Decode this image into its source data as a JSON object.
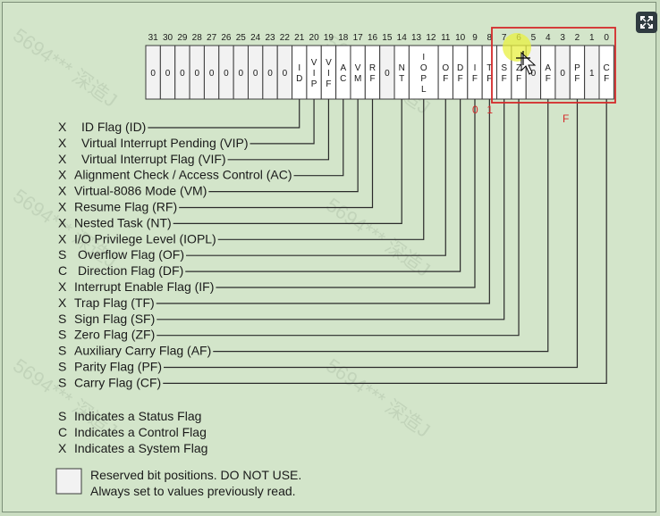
{
  "bit_numbers": [
    "31",
    "30",
    "29",
    "28",
    "27",
    "26",
    "25",
    "24",
    "23",
    "22",
    "21",
    "20",
    "19",
    "18",
    "17",
    "16",
    "15",
    "14",
    "13",
    "12",
    "11",
    "10",
    "9",
    "8",
    "7",
    "6",
    "5",
    "4",
    "3",
    "2",
    "1",
    "0"
  ],
  "reserved_high_value": "0",
  "register_cells": [
    {
      "bit": "21",
      "letters": [
        "I",
        "D"
      ]
    },
    {
      "bit": "20",
      "letters": [
        "V",
        "I",
        "P"
      ]
    },
    {
      "bit": "19",
      "letters": [
        "V",
        "I",
        "F"
      ]
    },
    {
      "bit": "18",
      "letters": [
        "A",
        "C"
      ]
    },
    {
      "bit": "17",
      "letters": [
        "V",
        "M"
      ]
    },
    {
      "bit": "16",
      "letters": [
        "R",
        "F"
      ]
    },
    {
      "bit": "15",
      "letters": [
        "0"
      ]
    },
    {
      "bit": "14",
      "letters": [
        "N",
        "T"
      ]
    },
    {
      "bit": "13-12",
      "letters": [
        "I",
        "O",
        "P",
        "L"
      ]
    },
    {
      "bit": "11",
      "letters": [
        "O",
        "F"
      ]
    },
    {
      "bit": "10",
      "letters": [
        "D",
        "F"
      ]
    },
    {
      "bit": "9",
      "letters": [
        "I",
        "F"
      ]
    },
    {
      "bit": "8",
      "letters": [
        "T",
        "F"
      ]
    },
    {
      "bit": "7",
      "letters": [
        "S",
        "F"
      ]
    },
    {
      "bit": "6",
      "letters": [
        "Z",
        "F"
      ]
    },
    {
      "bit": "5",
      "letters": [
        "0"
      ]
    },
    {
      "bit": "4",
      "letters": [
        "A",
        "F"
      ]
    },
    {
      "bit": "3",
      "letters": [
        "0"
      ]
    },
    {
      "bit": "2",
      "letters": [
        "P",
        "F"
      ]
    },
    {
      "bit": "1",
      "letters": [
        "1"
      ]
    },
    {
      "bit": "0",
      "letters": [
        "C",
        "F"
      ]
    }
  ],
  "flags": [
    {
      "type": "X",
      "label": "ID Flag (ID)"
    },
    {
      "type": "X",
      "label": "Virtual Interrupt Pending (VIP)"
    },
    {
      "type": "X",
      "label": "Virtual Interrupt Flag (VIF)"
    },
    {
      "type": "X",
      "label": "Alignment Check / Access Control (AC)"
    },
    {
      "type": "X",
      "label": "Virtual-8086 Mode (VM)"
    },
    {
      "type": "X",
      "label": "Resume Flag (RF)"
    },
    {
      "type": "X",
      "label": "Nested Task (NT)"
    },
    {
      "type": "X",
      "label": "I/O Privilege Level (IOPL)"
    },
    {
      "type": "S",
      "label": "Overflow Flag (OF)"
    },
    {
      "type": "C",
      "label": "Direction Flag (DF)"
    },
    {
      "type": "X",
      "label": "Interrupt Enable Flag (IF)"
    },
    {
      "type": "X",
      "label": "Trap Flag (TF)"
    },
    {
      "type": "S",
      "label": "Sign Flag (SF)"
    },
    {
      "type": "S",
      "label": "Zero Flag (ZF)"
    },
    {
      "type": "S",
      "label": "Auxiliary Carry Flag (AF)"
    },
    {
      "type": "S",
      "label": "Parity Flag (PF)"
    },
    {
      "type": "S",
      "label": "Carry Flag (CF)"
    }
  ],
  "legend": [
    {
      "type": "S",
      "label": "Indicates a Status Flag"
    },
    {
      "type": "C",
      "label": "Indicates a Control Flag"
    },
    {
      "type": "X",
      "label": "Indicates a System Flag"
    }
  ],
  "reserved_note": {
    "line1": "Reserved bit positions. DO NOT USE.",
    "line2": "Always set to values previously read."
  },
  "annotations": {
    "below_if": "0",
    "below_tf": "1",
    "below_box": "F"
  },
  "watermark": "5694*** 深造J",
  "colors": {
    "background": "#d3e5ca",
    "cell_fill": "#ffffff",
    "annotation_red": "#d42a2a",
    "highlight_yellow": "#e8f040"
  }
}
